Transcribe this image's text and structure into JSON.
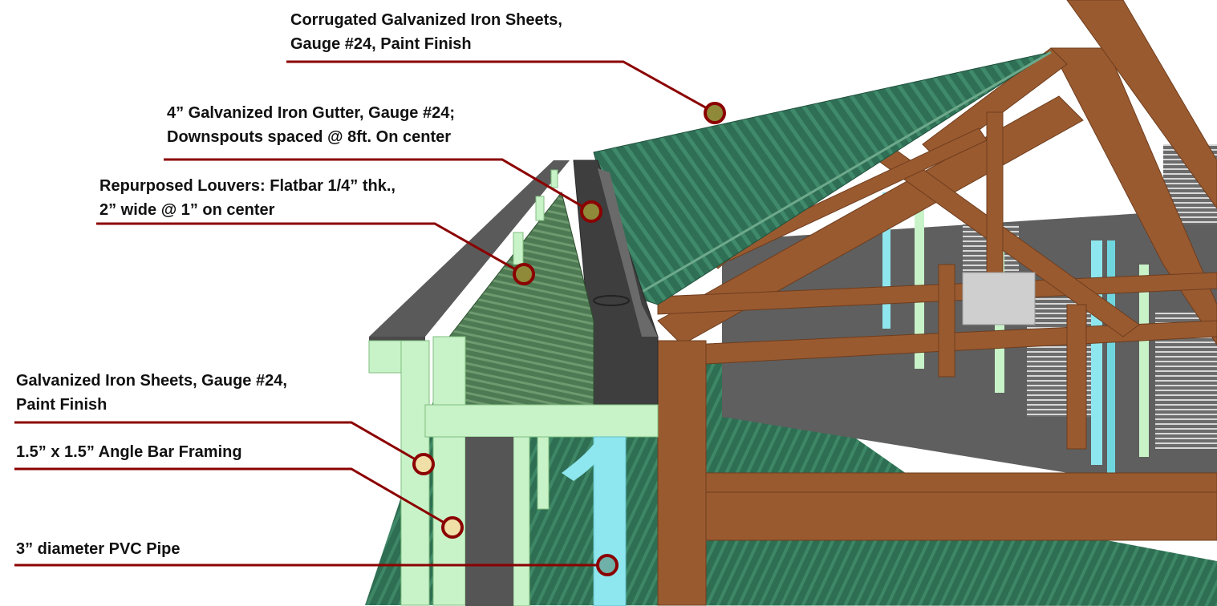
{
  "callouts": [
    {
      "id": "roof-sheets",
      "lines": [
        "Corrugated Galvanized Iron Sheets,",
        "Gauge #24, Paint Finish"
      ]
    },
    {
      "id": "gutter",
      "lines": [
        "4” Galvanized Iron Gutter, Gauge #24;",
        "Downspouts spaced @ 8ft. On center"
      ]
    },
    {
      "id": "louvers",
      "lines": [
        "Repurposed Louvers: Flatbar 1/4” thk.,",
        "2” wide @ 1” on center"
      ]
    },
    {
      "id": "fascia-sheets",
      "lines": [
        "Galvanized Iron Sheets, Gauge #24,",
        "Paint Finish"
      ]
    },
    {
      "id": "angle-bar",
      "lines": [
        "1.5” x 1.5” Angle Bar Framing"
      ]
    },
    {
      "id": "pvc-pipe",
      "lines": [
        "3” diameter PVC Pipe"
      ]
    }
  ],
  "colors": {
    "leader": "#8b0000",
    "roof_green": "#2f6f55",
    "timber": "#9a5a30",
    "angle_bar": "#c8f2c8",
    "pvc": "#8ee6ee",
    "gutter_gray": "#4a4a4a"
  }
}
